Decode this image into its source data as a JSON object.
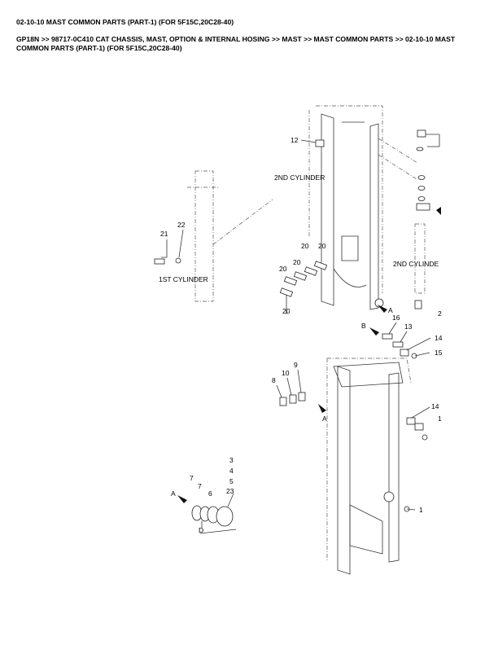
{
  "title": "02-10-10 MAST COMMON PARTS (PART-1) (FOR 5F15C,20C28-40)",
  "breadcrumb": "GP18N >> 98717-0C410 CAT CHASSIS, MAST, OPTION & INTERNAL HOSING >> MAST >> MAST COMMON PARTS >> 02-10-10 MAST COMMON PARTS (PART-1) (FOR 5F15C,20C28-40)",
  "diagram": {
    "captions": {
      "second_cylinder": "2ND CYLINDER",
      "second_cylinder_right": "2ND CYLINDE",
      "first_cylinder": "1ST CYLINDER"
    },
    "callouts": {
      "c12": "12",
      "c22": "22",
      "c21": "21",
      "c20a": "20",
      "c20b": "20",
      "c20c": "20",
      "c20d": "20",
      "c20e": "20",
      "cA1": "A",
      "c2": "2",
      "cB": "B",
      "c16": "16",
      "c13": "13",
      "c14a": "14",
      "c15": "15",
      "c9": "9",
      "c10": "10",
      "c8": "8",
      "cA2": "A",
      "c14b": "14",
      "c1a": "1",
      "c3": "3",
      "c4": "4",
      "c5": "5",
      "c23": "23",
      "c7a": "7",
      "c7b": "7",
      "c6": "6",
      "cA3": "A",
      "cD": "D",
      "c1b": "1"
    }
  }
}
